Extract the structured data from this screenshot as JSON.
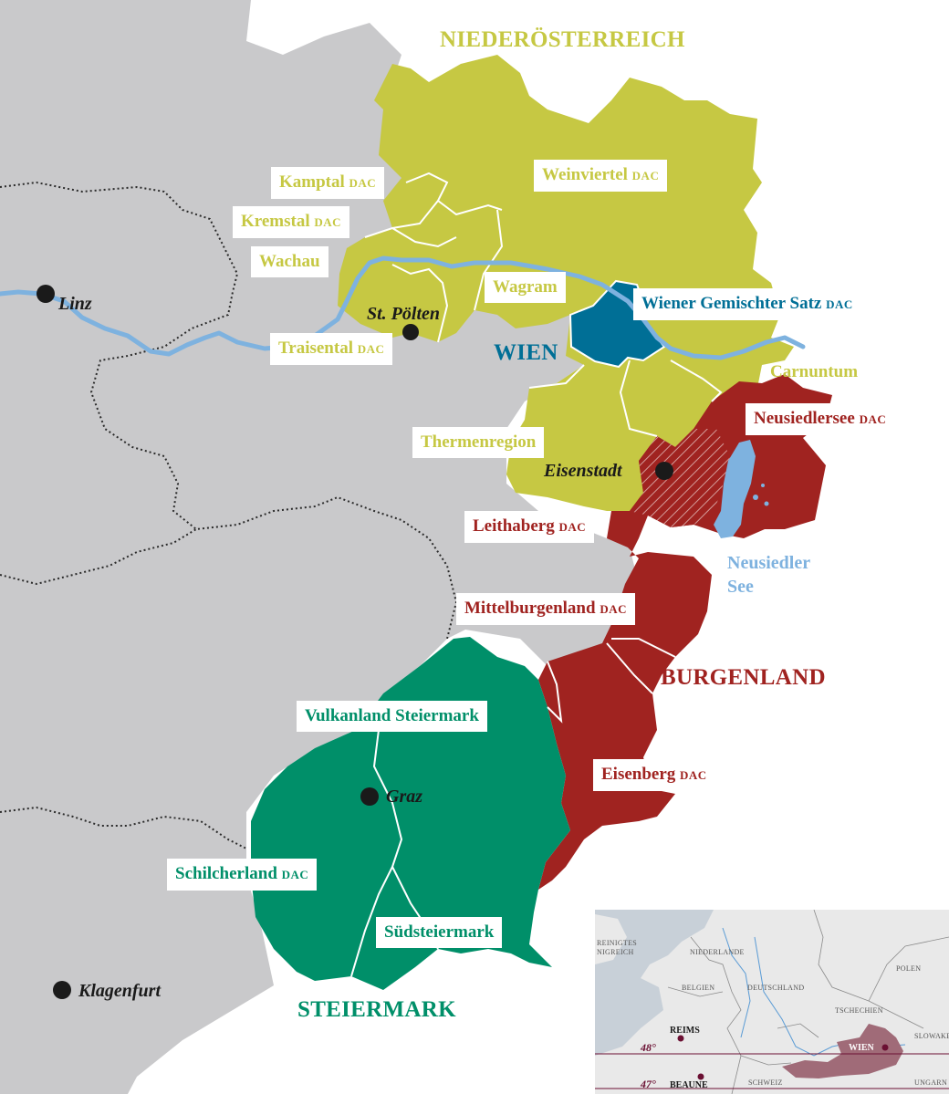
{
  "regions": {
    "niederoesterreich": "NIEDERÖSTERREICH",
    "wien": "WIEN",
    "burgenland": "BURGENLAND",
    "steiermark": "STEIERMARK"
  },
  "areas": {
    "kamptal": {
      "name": "Kamptal",
      "suffix": "DAC"
    },
    "kremstal": {
      "name": "Kremstal",
      "suffix": "DAC"
    },
    "wachau": {
      "name": "Wachau"
    },
    "traisental": {
      "name": "Traisental",
      "suffix": "DAC"
    },
    "weinviertel": {
      "name": "Weinviertel",
      "suffix": "DAC"
    },
    "wagram": {
      "name": "Wagram"
    },
    "wiener_gemischter_satz": {
      "name": "Wiener Gemischter Satz",
      "suffix": "DAC"
    },
    "carnuntum": {
      "name": "Carnuntum"
    },
    "thermenregion": {
      "name": "Thermenregion"
    },
    "neusiedlersee": {
      "name": "Neusiedlersee",
      "suffix": "DAC"
    },
    "leithaberg": {
      "name": "Leithaberg",
      "suffix": "DAC"
    },
    "mittelburgenland": {
      "name": "Mittelburgenland",
      "suffix": "DAC"
    },
    "eisenberg": {
      "name": "Eisenberg",
      "suffix": "DAC"
    },
    "vulkanland": {
      "name": "Vulkanland Steiermark"
    },
    "schilcherland": {
      "name": "Schilcherland",
      "suffix": "DAC"
    },
    "suedsteiermark": {
      "name": "Südsteiermark"
    }
  },
  "cities": {
    "linz": "Linz",
    "st_poelten": "St. Pölten",
    "eisenstadt": "Eisenstadt",
    "graz": "Graz",
    "klagenfurt": "Klagenfurt"
  },
  "lake": {
    "line1": "Neusiedler",
    "line2": "See"
  },
  "inset": {
    "countries": {
      "uk": "REINIGTES\nNIGREICH",
      "nl": "NIEDERLANDE",
      "be": "BELGIEN",
      "de": "DEUTSCHLAND",
      "pl": "POLEN",
      "cz": "TSCHECHIEN",
      "sk": "SLOWAKEI",
      "ch": "SCHWEIZ",
      "hu": "UNGARN"
    },
    "cities": {
      "reims": "REIMS",
      "beaune": "BEAUNE",
      "wien": "WIEN"
    },
    "latitudes": {
      "lat48": "48°",
      "lat47": "47°"
    }
  },
  "colors": {
    "niederoesterreich": "#c6c843",
    "wien": "#006f96",
    "burgenland": "#a02320",
    "steiermark": "#008f69",
    "neighbors": "#c9c9cb",
    "water": "#7eb2df",
    "inset_austria": "#a06b78"
  }
}
